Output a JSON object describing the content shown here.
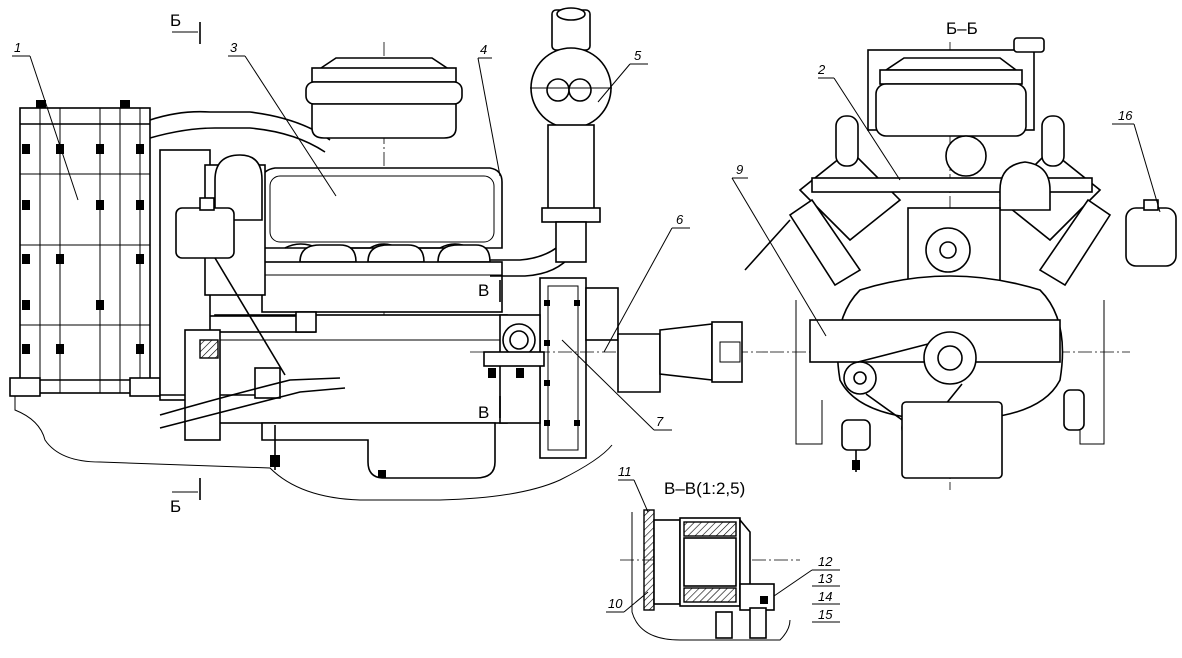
{
  "labels": {
    "section_b_top": "Б",
    "section_b_bottom": "Б",
    "section_bb_title": "Б–Б",
    "section_v_top": "В",
    "section_v_bottom": "В",
    "section_vv_title": "В–В(1:2,5)",
    "callouts": [
      "1",
      "2",
      "3",
      "4",
      "5",
      "6",
      "7",
      "9",
      "10",
      "11",
      "12",
      "13",
      "14",
      "15",
      "16"
    ]
  }
}
